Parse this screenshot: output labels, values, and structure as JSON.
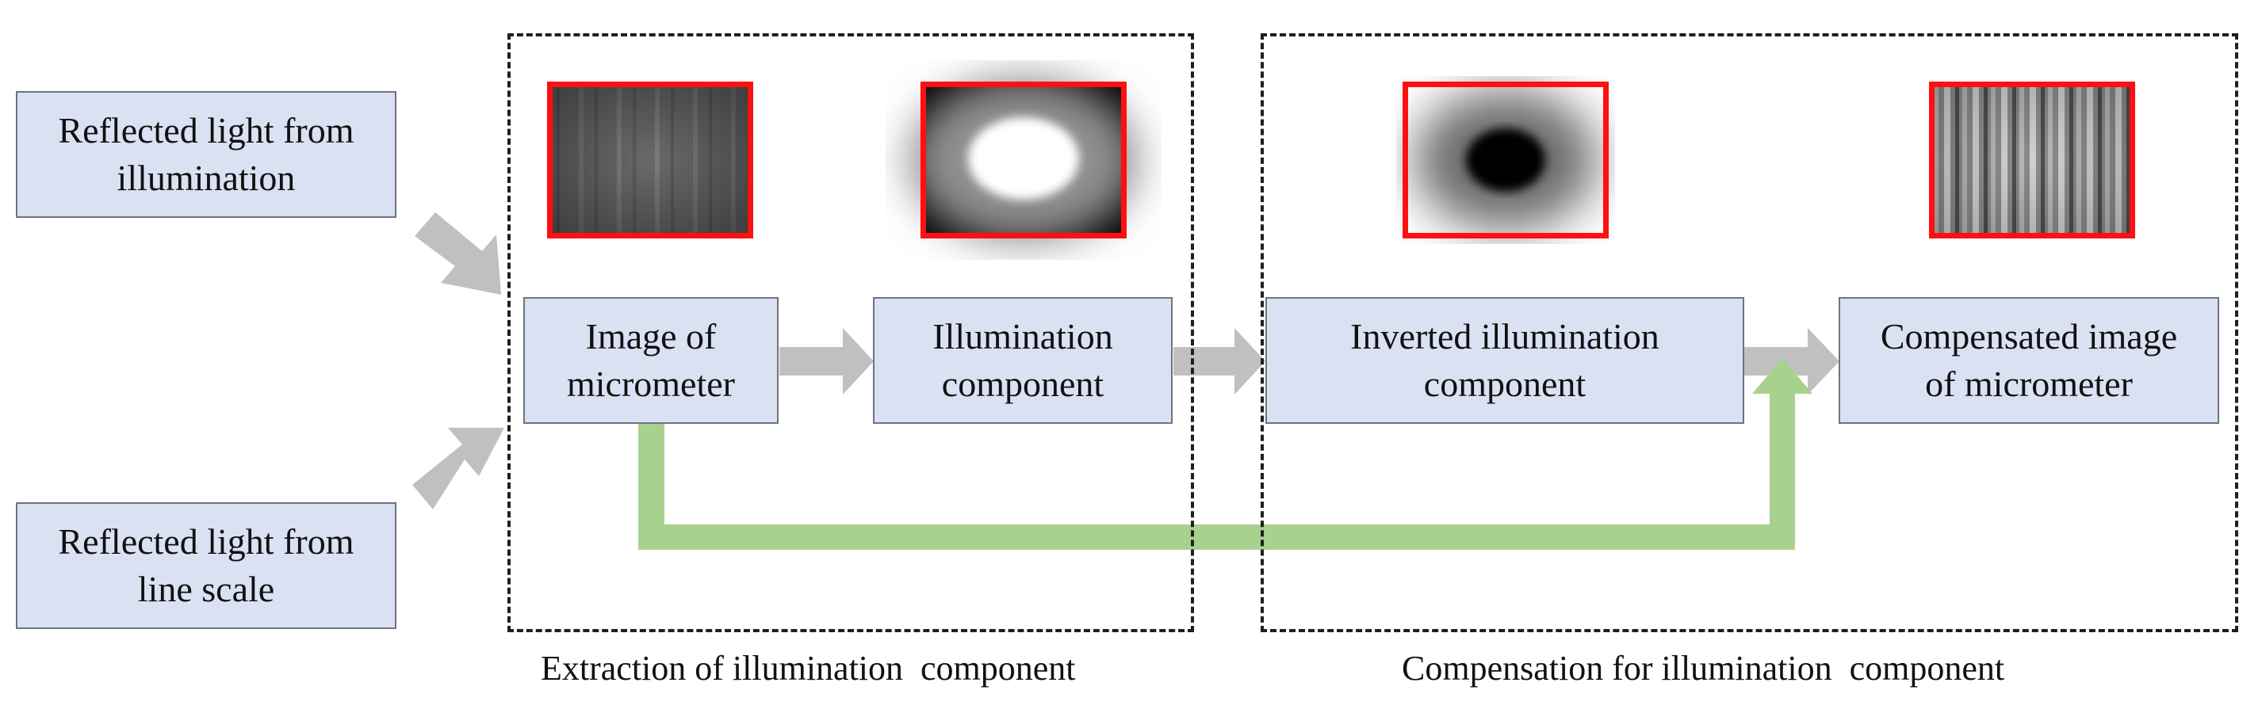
{
  "diagram": {
    "inputs": {
      "illumination_light": "Reflected light from\nillumination",
      "scale_light": "Reflected light from\nline scale"
    },
    "nodes": {
      "micrometer_image": "Image of\nmicrometer",
      "illumination_component": "Illumination\ncomponent",
      "inverted_component": "Inverted illumination\ncomponent",
      "compensated_image": "Compensated image\nof micrometer"
    },
    "groups": {
      "extraction": "Extraction of illumination  component",
      "compensation": "Compensation for illumination  component"
    },
    "colors": {
      "node_fill": "#dae1f2",
      "gray_arrow": "#c0c0c0",
      "green_arrow": "#a9d18e",
      "thumb_border": "#ff1010"
    }
  }
}
